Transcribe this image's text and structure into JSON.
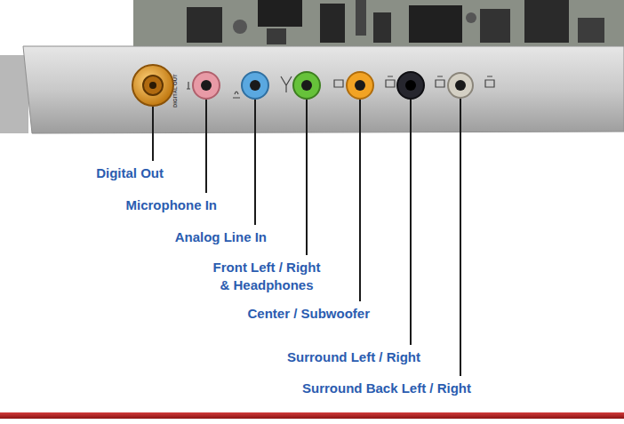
{
  "diagram": {
    "labels": [
      "DIGITAL OUT",
      "Digital Out",
      "Microphone In",
      "Analog Line In",
      "Front Left / Right & Headphones",
      "Center / Subwoofer",
      "Surround Left / Right",
      "Surround Back Left / Right"
    ]
  }
}
